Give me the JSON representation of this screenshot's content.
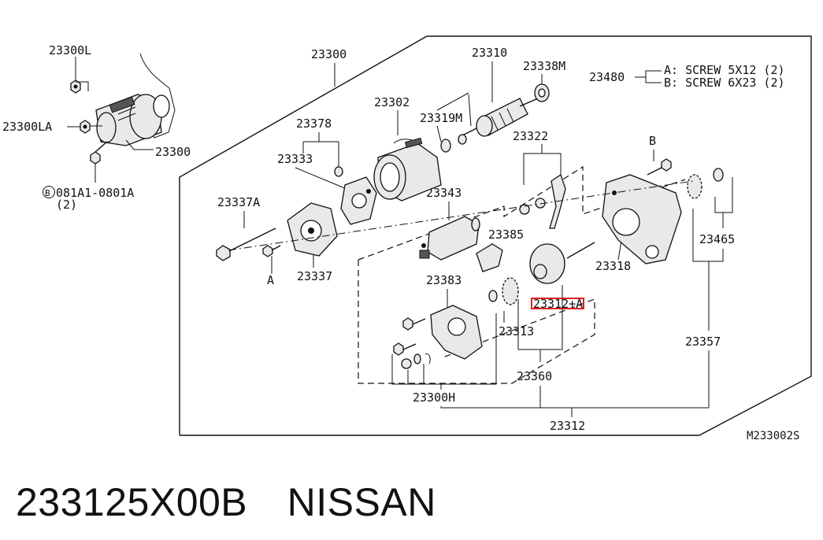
{
  "diagram": {
    "labels": {
      "l_23300L": "23300L",
      "l_23300LA": "23300LA",
      "l_23300_sm": "23300",
      "l_bolt": "081A1-0801A",
      "l_bolt_qty": "(2)",
      "l_23300": "23300",
      "l_23310": "23310",
      "l_23338M": "23338M",
      "l_23480": "23480",
      "l_screwA": "A: SCREW 5X12 (2)",
      "l_screwB": "B: SCREW 6X23 (2)",
      "l_23302": "23302",
      "l_23319M": "23319M",
      "l_23378": "23378",
      "l_23333": "23333",
      "l_23322": "23322",
      "l_B": "B",
      "l_23337A": "23337A",
      "l_23343": "23343",
      "l_23385": "23385",
      "l_23465": "23465",
      "l_23318": "23318",
      "l_23337": "23337",
      "l_A1": "A",
      "l_23383": "23383",
      "l_23312A": "23312+A",
      "l_23313": "23313",
      "l_23357": "23357",
      "l_23360": "23360",
      "l_23300H": "23300H",
      "l_23312": "23312",
      "l_code": "M233002S"
    },
    "b_mark": "B",
    "highlight_color": "#e02020"
  },
  "caption": "233125X00B　NISSAN"
}
